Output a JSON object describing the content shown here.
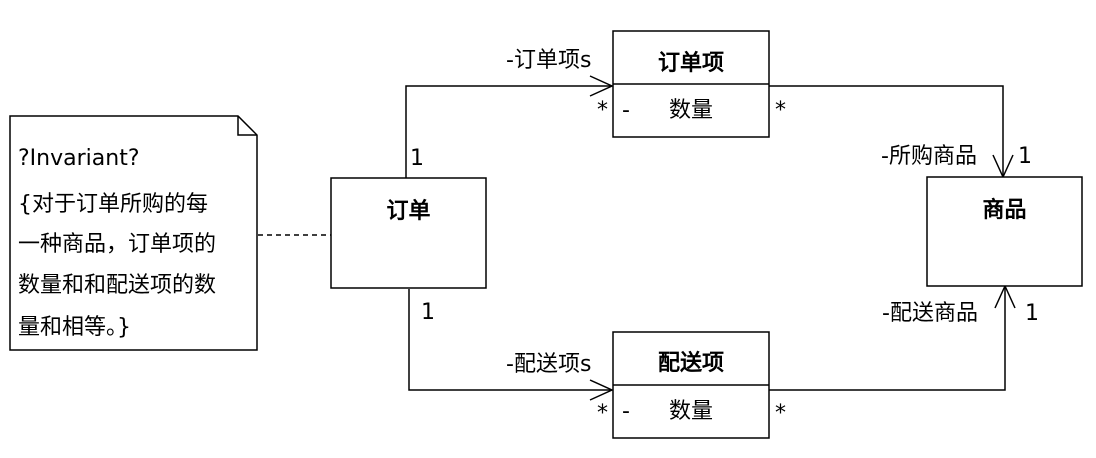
{
  "classes": {
    "order": {
      "name": "订单"
    },
    "order_item": {
      "name": "订单项",
      "attr_visibility": "-",
      "attr_name": "数量"
    },
    "delivery_item": {
      "name": "配送项",
      "attr_visibility": "-",
      "attr_name": "数量"
    },
    "product": {
      "name": "商品"
    }
  },
  "associations": {
    "order_to_order_item": {
      "role": "-订单项s",
      "source_mult": "1",
      "target_mult": "*"
    },
    "order_to_delivery_item": {
      "role": "-配送项s",
      "source_mult": "1",
      "target_mult": "*"
    },
    "order_item_to_product": {
      "role": "-所购商品",
      "source_mult": "*",
      "target_mult": "1"
    },
    "delivery_item_to_product": {
      "role": "-配送商品",
      "source_mult": "*",
      "target_mult": "1"
    }
  },
  "note": {
    "lines": [
      "?Invariant?",
      "{对于订单所购的每",
      "一种商品，订单项的",
      "数量和和配送项的数",
      "量和相等。}"
    ]
  }
}
